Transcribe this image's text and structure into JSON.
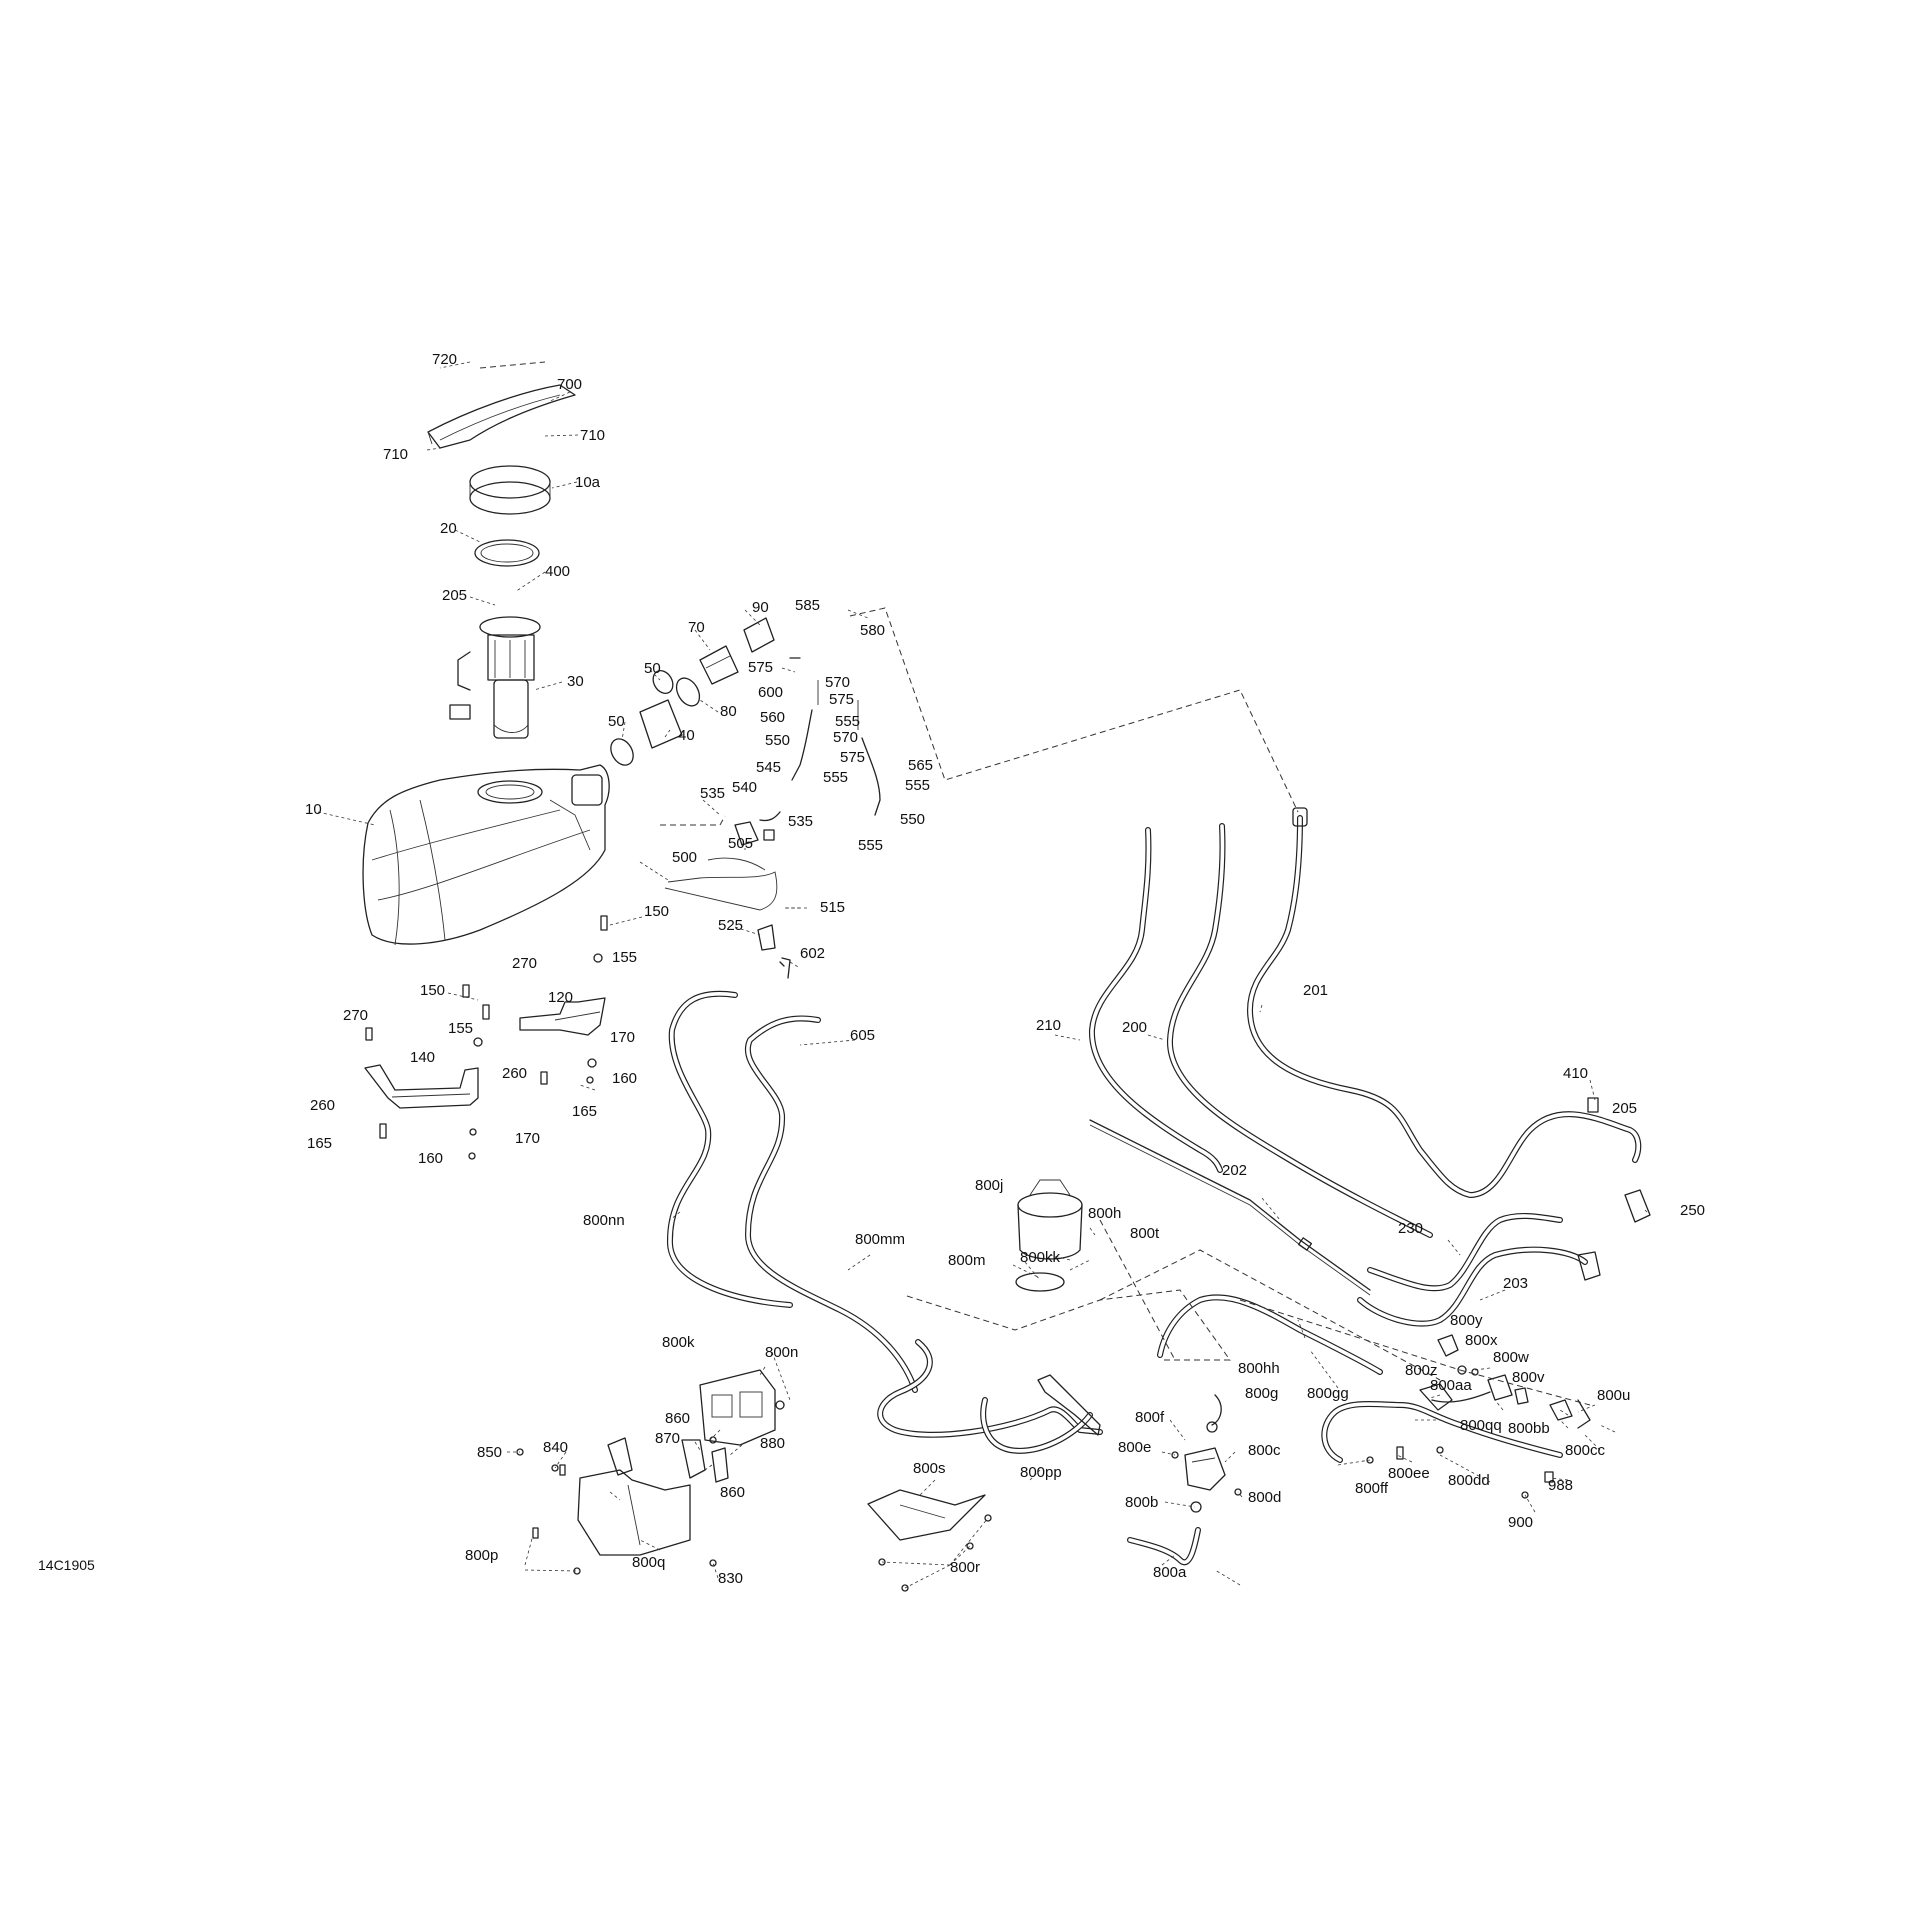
{
  "figure_id": "14C1905",
  "callouts": [
    "720",
    "700",
    "710",
    "710",
    "10a",
    "20",
    "400",
    "205",
    "30",
    "10",
    "90",
    "70",
    "50",
    "80",
    "50",
    "40",
    "585",
    "580",
    "575",
    "570",
    "600",
    "575",
    "560",
    "555",
    "550",
    "570",
    "575",
    "565",
    "545",
    "555",
    "555",
    "540",
    "535",
    "535",
    "550",
    "505",
    "555",
    "500",
    "515",
    "525",
    "602",
    "150",
    "155",
    "270",
    "150",
    "120",
    "155",
    "270",
    "170",
    "140",
    "260",
    "160",
    "260",
    "165",
    "165",
    "170",
    "160",
    "605",
    "210",
    "200",
    "201",
    "410",
    "205",
    "250",
    "202",
    "230",
    "203",
    "800j",
    "800h",
    "800t",
    "800kk",
    "800m",
    "800nn",
    "800mm",
    "800y",
    "800x",
    "800w",
    "800z",
    "800v",
    "800aa",
    "800u",
    "800hh",
    "800gg",
    "800qq",
    "800bb",
    "800g",
    "800cc",
    "800f",
    "800e",
    "800c",
    "800ee",
    "800dd",
    "988",
    "800ff",
    "800b",
    "800d",
    "900",
    "800a",
    "800k",
    "800n",
    "860",
    "880",
    "870",
    "850",
    "840",
    "860",
    "800s",
    "800pp",
    "800p",
    "800q",
    "830",
    "800r"
  ]
}
